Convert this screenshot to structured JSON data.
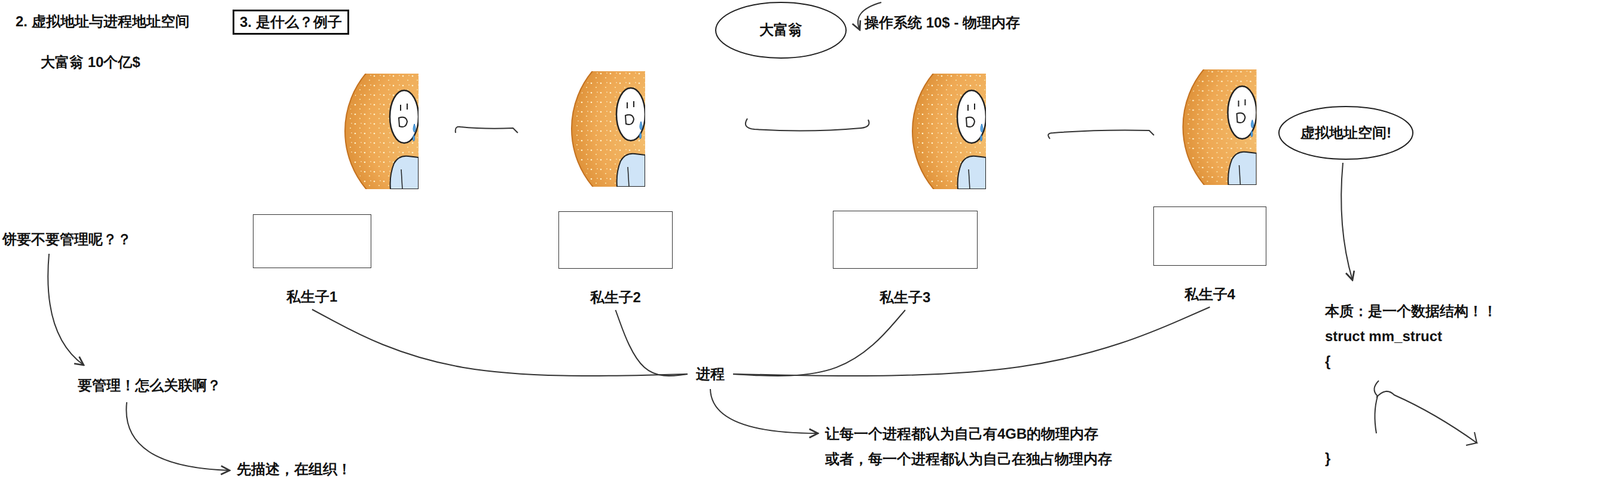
{
  "diagram": {
    "title": "2. 虚拟地址与进程地址空间",
    "nodes": [
      {
        "text": [
          "3. 是什么？例子"
        ]
      },
      {
        "text": [
          "大富翁"
        ]
      },
      {
        "text": [
          "虚拟地址空间!"
        ]
      },
      {
        "text": [
          "私生子1"
        ]
      },
      {
        "text": [
          "私生子2"
        ]
      },
      {
        "text": [
          "私生子3"
        ]
      },
      {
        "text": [
          "私生子4"
        ]
      },
      {
        "text": [
          "进程"
        ]
      }
    ],
    "edges": [
      {
        "from": 3,
        "to": 7,
        "arrow": "none"
      },
      {
        "from": 4,
        "to": 7,
        "arrow": "none"
      },
      {
        "from": 5,
        "to": 7,
        "arrow": "none"
      },
      {
        "from": 6,
        "to": 7,
        "arrow": "none"
      }
    ],
    "labels": [
      "大富翁 10个亿$",
      "操作系统 10$ - 物理内存",
      "饼要不要管理呢？？",
      "要管理！怎么关联啊？",
      "先描述，在组织！",
      "让每一个进程都认为自己有4GB的物理内存",
      "或者，每一个进程都认为自己在独占物理内存",
      "本质：是一个数据结构！！",
      "struct mm_struct",
      "{",
      "}"
    ]
  }
}
